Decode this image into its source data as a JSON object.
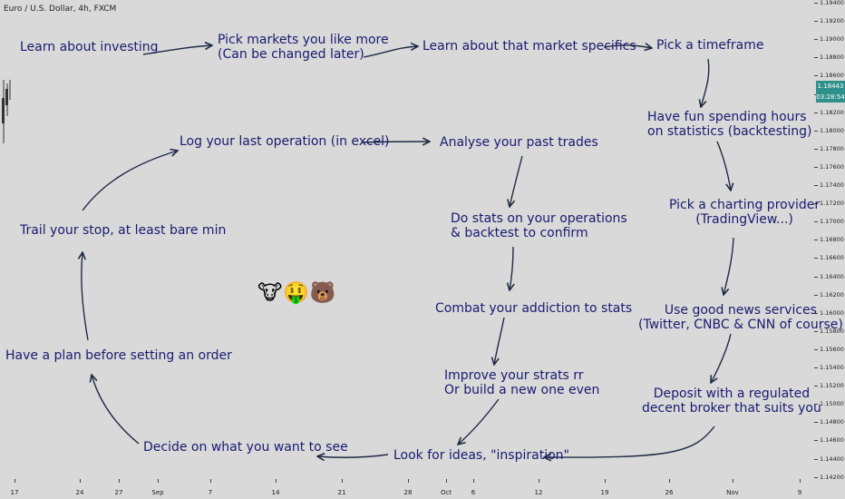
{
  "chart": {
    "title": "Euro / U.S. Dollar, 4h, FXCM",
    "price_ticks": [
      "1.19400",
      "1.19200",
      "1.19000",
      "1.18800",
      "1.18600",
      "1.18400",
      "1.18200",
      "1.18000",
      "1.17800",
      "1.17600",
      "1.17400",
      "1.17200",
      "1.17000",
      "1.16800",
      "1.16600",
      "1.16400",
      "1.16200",
      "1.16000",
      "1.15800",
      "1.15600",
      "1.15400",
      "1.15200",
      "1.15000",
      "1.14800",
      "1.14600",
      "1.14400",
      "1.14200"
    ],
    "current_price": "1.18443",
    "countdown": "03:28:54",
    "time_ticks": [
      "17",
      "24",
      "27",
      "Sep",
      "7",
      "14",
      "21",
      "28",
      "Oct",
      "6",
      "12",
      "19",
      "26",
      "Nov",
      "9"
    ],
    "accent_color": "#2f8f8a",
    "text_color": "#1a1a70"
  },
  "steps": {
    "learn_investing": "Learn about investing",
    "pick_markets_1": "Pick markets you like more",
    "pick_markets_2": "(Can be changed later)",
    "learn_market": "Learn about that market specifics",
    "pick_timeframe": "Pick a timeframe",
    "statistics_1": "Have fun spending hours",
    "statistics_2": "on statistics (backtesting)",
    "charting_1": "Pick a charting provider",
    "charting_2": "(TradingView...)",
    "news_1": "Use good news services",
    "news_2": "(Twitter, CNBC & CNN of course)",
    "deposit_1": "Deposit with a regulated",
    "deposit_2": "decent broker that suits you",
    "look_ideas": "Look for ideas, \"inspiration\"",
    "decide": "Decide on what you want to see",
    "plan": "Have a plan before setting an order",
    "trail": "Trail your stop, at least bare min",
    "log": "Log your last operation (in excel)",
    "analyse": "Analyse your past trades",
    "do_stats_1": "Do stats on your operations",
    "do_stats_2": "& backtest to confirm",
    "combat": "Combat your addiction to stats",
    "improve_1": "Improve your strats rr",
    "improve_2": "Or build a new one even"
  },
  "decoration": {
    "emojis": "🐮🤑🐻",
    "icons": [
      "bull-emoji-icon",
      "money-face-emoji-icon",
      "bear-emoji-icon"
    ]
  }
}
